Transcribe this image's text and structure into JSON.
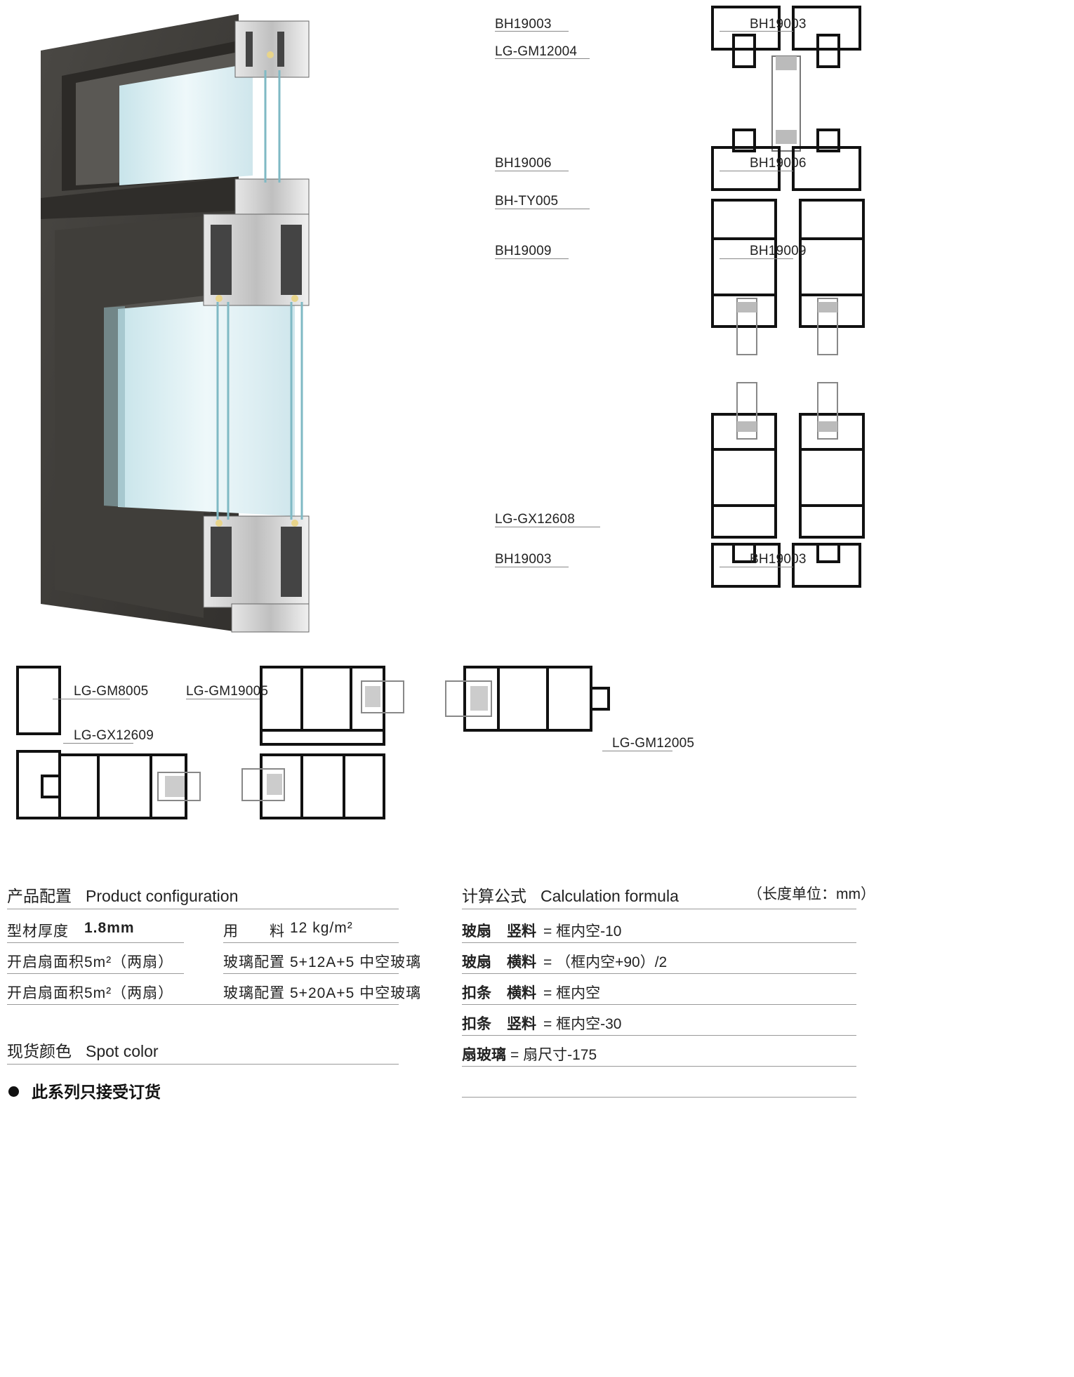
{
  "labels": {
    "top_left_1": "BH19003",
    "top_right_1": "BH19003",
    "top_left_2": "LG-GM12004",
    "mid_left_1": "BH19006",
    "mid_right_1": "BH19006",
    "mid_left_2": "BH-TY005",
    "mid_left_3": "BH19009",
    "mid_right_3": "BH19009",
    "bot_left_1": "LG-GX12608",
    "bot_left_2": "BH19003",
    "bot_right_2": "BH19003",
    "sec1_a": "LG-GM8005",
    "sec1_b": "LG-GX12609",
    "sec2_a": "LG-GM19005",
    "sec3_a": "LG-GM12005"
  },
  "config": {
    "title_cn": "产品配置",
    "title_en": "Product configuration",
    "rows": [
      {
        "k1": "型材厚度",
        "v1": "1.8mm",
        "k2": "用　　料",
        "v2": "12 kg/m²"
      },
      {
        "k1": "开启扇面积",
        "v1": "5m²（两扇）",
        "k2": "玻璃配置",
        "v2": "5+12A+5 中空玻璃"
      },
      {
        "k1": "开启扇面积",
        "v1": "5m²（两扇）",
        "k2": "玻璃配置",
        "v2": "5+20A+5 中空玻璃"
      }
    ]
  },
  "spot": {
    "title_cn": "现货颜色",
    "title_en": "Spot color",
    "note": "此系列只接受订货"
  },
  "formula": {
    "title_cn": "计算公式",
    "title_en": "Calculation formula",
    "unit": "（长度单位：mm）",
    "rows": [
      {
        "a": "玻扇",
        "b": "竖料",
        "eq": "= 框内空-10"
      },
      {
        "a": "玻扇",
        "b": "横料",
        "eq": "= （框内空+90）/2"
      },
      {
        "a": "扣条",
        "b": "横料",
        "eq": "= 框内空"
      },
      {
        "a": "扣条",
        "b": "竖料",
        "eq": "= 框内空-30"
      },
      {
        "a": "扇玻璃",
        "b": "",
        "eq": "= 扇尺寸-175"
      }
    ]
  },
  "colors": {
    "frame": "#3b3935",
    "glass": "#d8ecef",
    "line": "#111111"
  }
}
